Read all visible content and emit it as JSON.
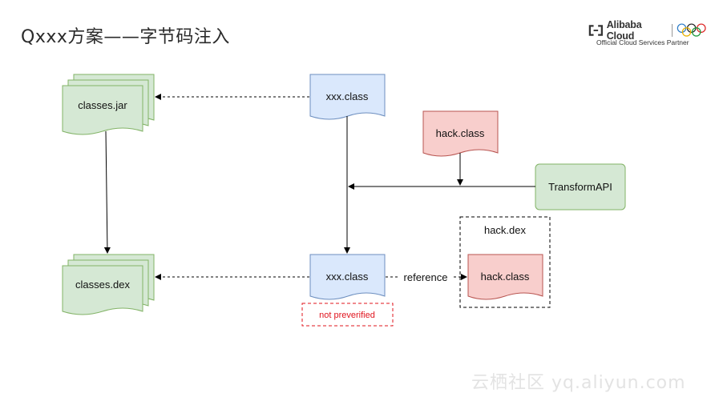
{
  "title": "Qxxx方案——字节码注入",
  "brand": {
    "name": "Alibaba Cloud",
    "subtitle": "Official Cloud Services Partner"
  },
  "watermark": "云栖社区 yq.aliyun.com",
  "nodes": {
    "classes_jar": "classes.jar",
    "classes_dex": "classes.dex",
    "xxx_class_top": "xxx.class",
    "xxx_class_bottom": "xxx.class",
    "hack_class_top": "hack.class",
    "hack_class_in_dex": "hack.class",
    "transform_api": "TransformAPI",
    "hack_dex_group": "hack.dex",
    "not_preverified": "not preverified"
  },
  "edges": {
    "reference_label": "reference"
  },
  "colors": {
    "green_fill": "#d5e8d4",
    "green_stroke": "#82b366",
    "blue_fill": "#dae8fc",
    "blue_stroke": "#6c8ebf",
    "red_fill": "#f8cecc",
    "red_stroke": "#b85450",
    "warning_text": "#e0141e"
  }
}
